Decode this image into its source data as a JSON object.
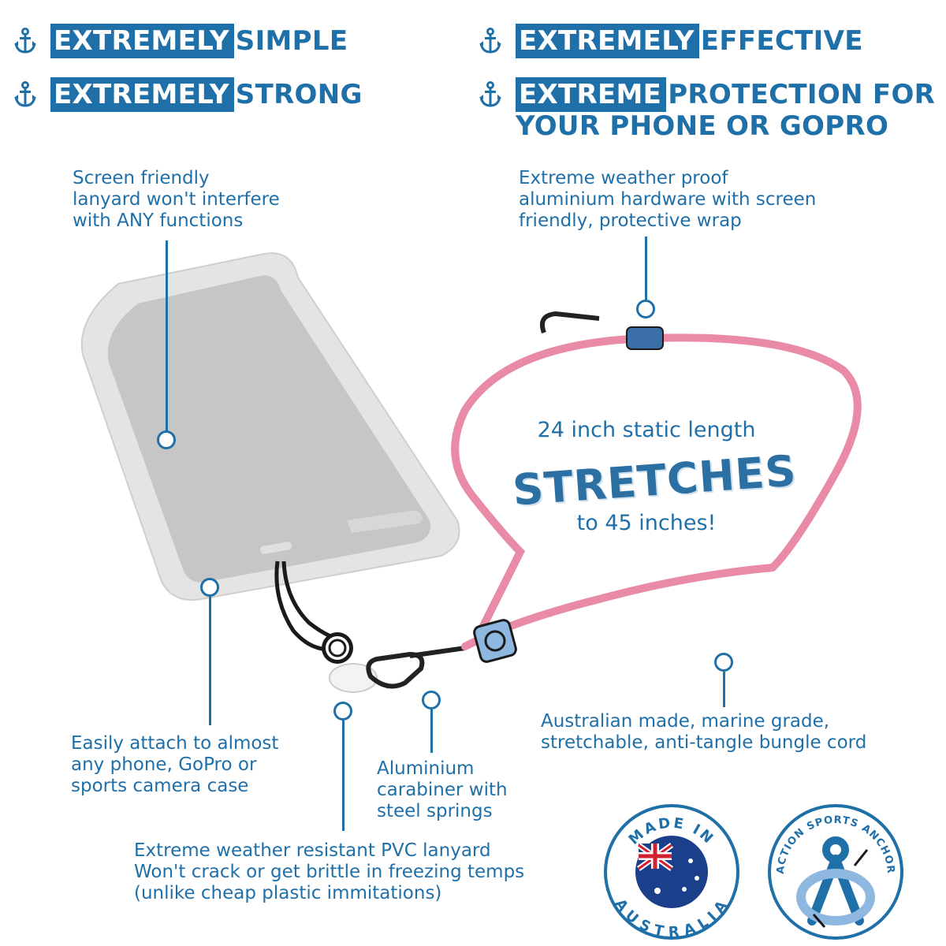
{
  "headlines": {
    "h1": {
      "box": "EXTREMELY",
      "rest": "SIMPLE"
    },
    "h2": {
      "box": "EXTREMELY",
      "rest": "STRONG"
    },
    "h3": {
      "box": "EXTREMELY",
      "rest": "EFFECTIVE"
    },
    "h4": {
      "box": "EXTREME",
      "rest": "PROTECTION FOR",
      "line2": "YOUR PHONE OR GOPRO"
    }
  },
  "callouts": {
    "screen": [
      "Screen friendly",
      "lanyard won't interfere",
      "with ANY functions"
    ],
    "hardware": [
      "Extreme weather proof",
      "aluminium hardware with screen",
      "friendly, protective wrap"
    ],
    "attach": [
      "Easily attach to almost",
      "any phone, GoPro or",
      "sports camera case"
    ],
    "carabiner": [
      "Aluminium",
      "carabiner with",
      "steel springs"
    ],
    "cord": [
      "Australian made, marine grade,",
      "stretchable, anti-tangle bungle cord"
    ],
    "pvc": [
      "Extreme weather resistant PVC lanyard",
      "Won't crack or get brittle in freezing temps",
      "(unlike cheap plastic immitations)"
    ]
  },
  "stretch": {
    "top": "24 inch static length",
    "big": "STRETCHES",
    "bottom": "to 45 inches!"
  },
  "badges": {
    "made_in_top": "MADE IN",
    "made_in_bottom": "AUSTRALIA",
    "brand": "ACTION SPORTS ANCHOR"
  },
  "colors": {
    "brand_blue": "#1f6fa8",
    "cord_pink": "#e98aa6",
    "light_blue": "#8fb8e0"
  },
  "icons": {
    "bullet": "anchor-icon"
  }
}
